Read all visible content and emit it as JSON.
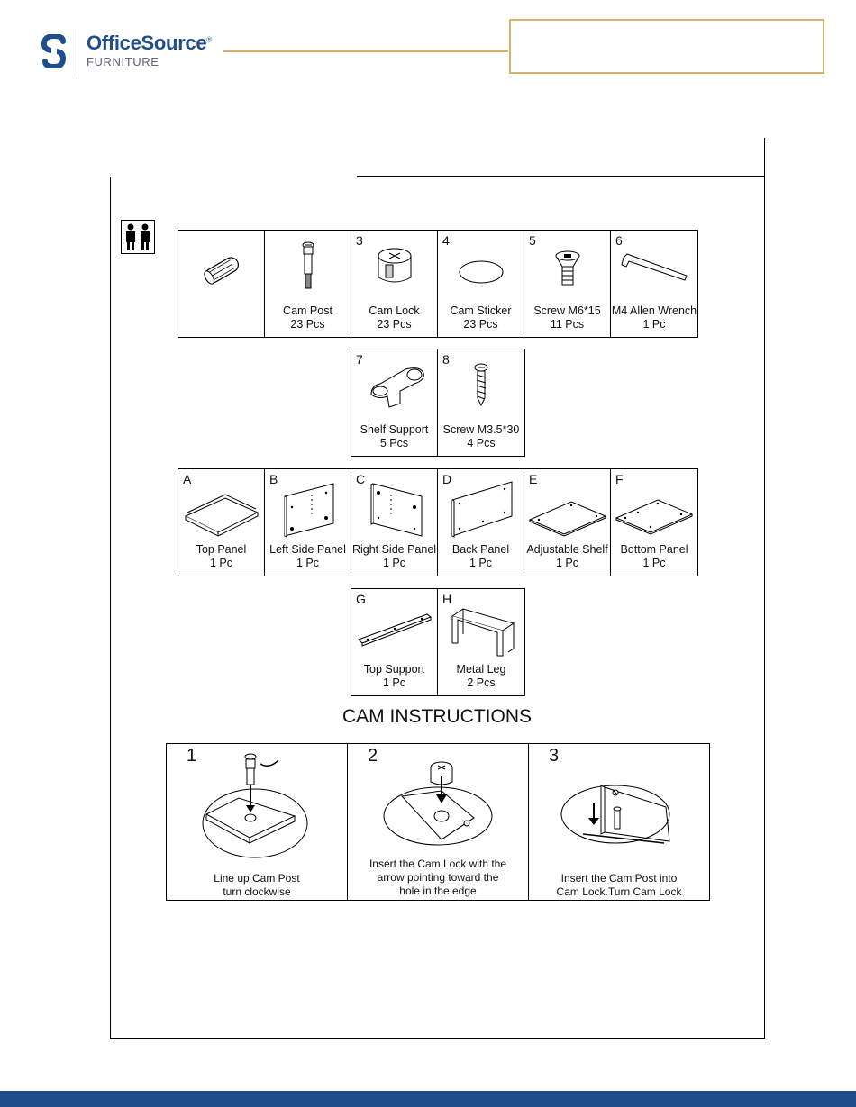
{
  "header": {
    "brand_name": "OfficeSource",
    "brand_reg": "®",
    "brand_sub": "FURNITURE",
    "colors": {
      "brand_blue": "#1e4e8c",
      "gold": "#d8b267",
      "footer_blue": "#1f4d8c"
    }
  },
  "hardware": [
    {
      "num": "",
      "name": "",
      "qty": "",
      "icon": "wood-dowel-icon"
    },
    {
      "num": "",
      "name": "Cam Post",
      "qty": "23 Pcs",
      "icon": "cam-post-icon"
    },
    {
      "num": "3",
      "name": "Cam Lock",
      "qty": "23 Pcs",
      "icon": "cam-lock-icon"
    },
    {
      "num": "4",
      "name": "Cam Sticker",
      "qty": "23 Pcs",
      "icon": "cam-sticker-icon"
    },
    {
      "num": "5",
      "name": "Screw M6*15",
      "qty": "11 Pcs",
      "icon": "screw-m6-icon"
    },
    {
      "num": "6",
      "name": "M4 Allen Wrench",
      "qty": "1 Pc",
      "icon": "allen-wrench-icon"
    },
    {
      "num": "7",
      "name": "Shelf Support",
      "qty": "5 Pcs",
      "icon": "shelf-support-icon"
    },
    {
      "num": "8",
      "name": "Screw M3.5*30",
      "qty": "4 Pcs",
      "icon": "screw-m35-icon"
    }
  ],
  "panels": [
    {
      "num": "A",
      "name": "Top Panel",
      "qty": "1 Pc",
      "icon": "top-panel-icon"
    },
    {
      "num": "B",
      "name": "Left Side Panel",
      "qty": "1 Pc",
      "icon": "left-side-panel-icon"
    },
    {
      "num": "C",
      "name": "Right Side Panel",
      "qty": "1 Pc",
      "icon": "right-side-panel-icon"
    },
    {
      "num": "D",
      "name": "Back Panel",
      "qty": "1 Pc",
      "icon": "back-panel-icon"
    },
    {
      "num": "E",
      "name": "Adjustable Shelf",
      "qty": "1 Pc",
      "icon": "adjustable-shelf-icon"
    },
    {
      "num": "F",
      "name": "Bottom Panel",
      "qty": "1 Pc",
      "icon": "bottom-panel-icon"
    },
    {
      "num": "G",
      "name": "Top Support",
      "qty": "1 Pc",
      "icon": "top-support-icon"
    },
    {
      "num": "H",
      "name": "Metal Leg",
      "qty": "2 Pcs",
      "icon": "metal-leg-icon"
    }
  ],
  "cam": {
    "title": "CAM INSTRUCTIONS",
    "steps": [
      {
        "num": "1",
        "lines": [
          "Line up Cam Post",
          "turn clockwise"
        ]
      },
      {
        "num": "2",
        "lines": [
          "Insert the Cam Lock with the",
          "arrow pointing toward the",
          "hole in the edge"
        ]
      },
      {
        "num": "3",
        "lines": [
          "Insert the Cam Post into",
          "Cam Lock.Turn Cam Lock"
        ]
      }
    ]
  }
}
